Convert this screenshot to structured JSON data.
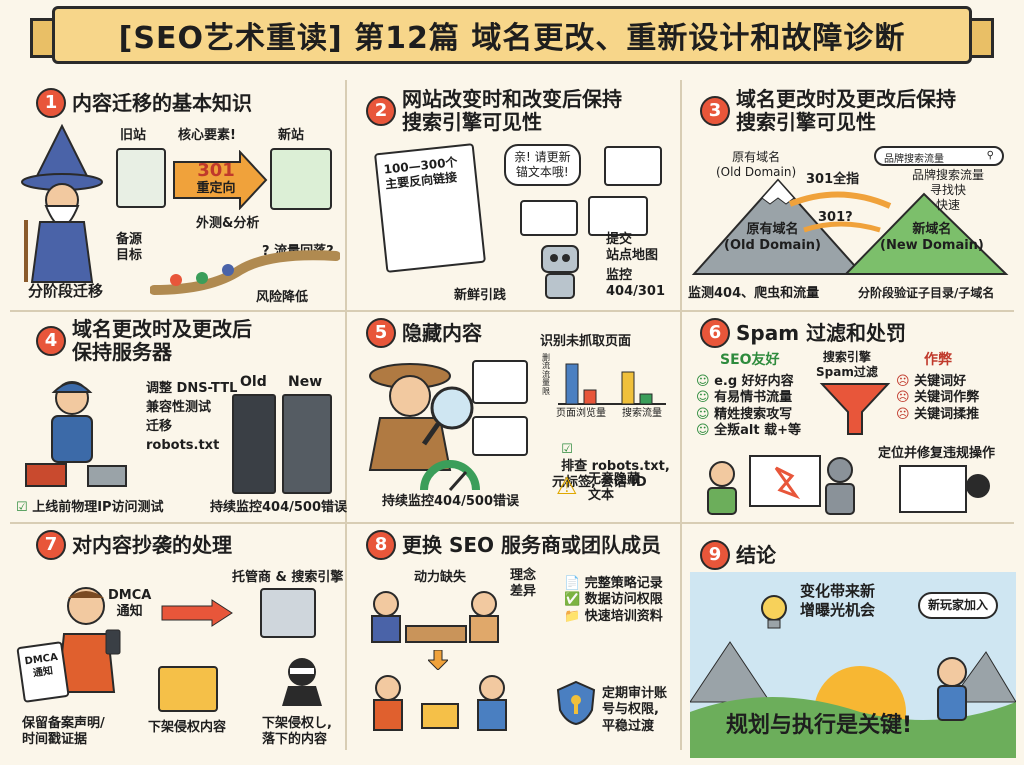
{
  "title": "[SEO艺术重读] 第12篇 域名更改、重新设计和故障诊断",
  "sections": [
    {
      "num": "1",
      "title": "内容迁移的基本知识",
      "labels": {
        "old_site": "旧站",
        "core": "核心要素!",
        "new_site": "新站",
        "redirect_code": "301",
        "redirect_text": "重定向",
        "backup": "备源\n目标",
        "test": "外测&分析",
        "traffic_drop": "? 流量回落?",
        "phased": "分阶段迁移",
        "risk": "风险降低"
      }
    },
    {
      "num": "2",
      "title": "网站改变时和改变后保持\n搜索引擎可见性",
      "labels": {
        "backlinks": "100—300个\n主要反向链接",
        "bubble": "亲! 请更新\n锚文本哦!",
        "sitemap": "提交\n站点地图",
        "monitor": "监控\n404/301",
        "fresh": "新鲜引践"
      }
    },
    {
      "num": "3",
      "title": "域名更改时及更改后保持\n搜索引擎可见性",
      "labels": {
        "search_box": "品牌搜索流量",
        "old_domain_top": "原有域名\n(Old Domain)",
        "old_domain": "原有域名\n(Old Domain)",
        "new_domain": "新域名\n(New Domain)",
        "redirect_all": "301全指",
        "redirect_q": "301?",
        "brand_fast": "品牌搜索流量\n寻找快\n快速",
        "monitor": "监测404、爬虫和流量",
        "phased": "分阶段验证子目录/子域名"
      }
    },
    {
      "num": "4",
      "title": "域名更改时及更改后\n保持服务器",
      "labels": {
        "dns": "调整 DNS-TTL\n兼容性测试\n迁移\nrobots.txt",
        "old": "Old",
        "new": "New",
        "ip_test": "上线前物理IP访问测试",
        "monitor": "持续监控404/500错误"
      }
    },
    {
      "num": "5",
      "title": "隐藏内容",
      "labels": {
        "uncrawled": "识别未抓取页面",
        "axis": "删\n流\n流\n量\n限",
        "page_flow": "页面浏览量",
        "search_flow": "搜索流量",
        "check": "排查 robots.txt,\n元标签, 会话 ID",
        "monitor": "持续监控404/500错误",
        "no_hidden": "无意隐藏\n文本"
      }
    },
    {
      "num": "6",
      "title": "Spam 过滤和处罚",
      "labels": {
        "seo_friendly": "SEO友好",
        "filter": "搜索引擎\nSpam过滤",
        "cheat": "作弊",
        "good": [
          "e.g 好好内容",
          "有易情书流量",
          "精姓搜索攻写",
          "全叛alt 载+等"
        ],
        "bad": [
          "关键词好",
          "关键词作弊",
          "关键词揉推"
        ],
        "fix": "定位并修复违规操作"
      }
    },
    {
      "num": "7",
      "title": "对内容抄袭的处理",
      "labels": {
        "dmca": "DMCA\n通知",
        "dmca_doc": "DMCA\n通知",
        "host": "托管商 & 搜索引擎",
        "evidence": "保留备案声明/\n时间戳证据",
        "takedown": "下架侵权内容",
        "takedown2": "下架侵权し,\n落下的内容"
      }
    },
    {
      "num": "8",
      "title": "更换 SEO 服务商或团队成员",
      "labels": {
        "motivation": "动力缺失",
        "concept": "理念\n差异",
        "record": "完整策略记录",
        "access": "数据访问权限",
        "training": "快速培训资料",
        "audit": "定期审计账\n号与权限,\n平稳过渡"
      }
    },
    {
      "num": "9",
      "title": "结论",
      "labels": {
        "opportunity": "变化带来新\n增曝光机会",
        "new_player": "新玩家加入",
        "key": "规划与执行是关键!"
      }
    }
  ],
  "colors": {
    "banner": "#f7d68a",
    "badge": "#e8563a",
    "arrow_orange": "#f0a23b",
    "green": "#2e8b3d",
    "sky": "#cfe6f2"
  }
}
